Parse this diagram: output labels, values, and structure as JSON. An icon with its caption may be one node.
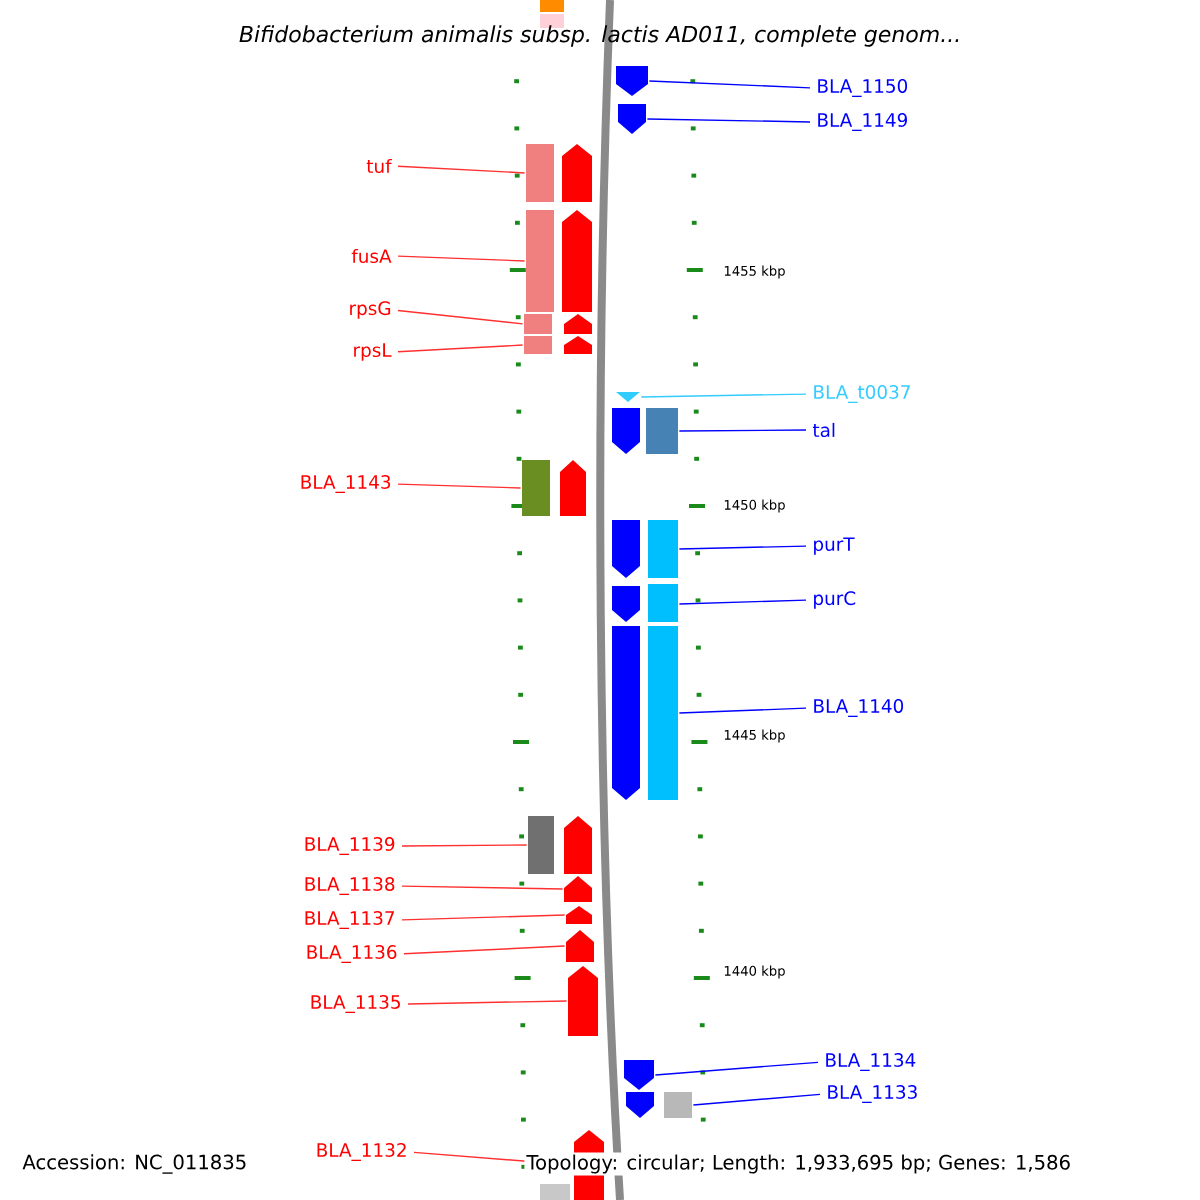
{
  "diagram": {
    "title": "Bifidobacterium animalis subsp. lactis AD011, complete genom...",
    "nodes": [
      {
        "text": [
          "BLA_1150"
        ]
      },
      {
        "text": [],
        "shape": "pentagon"
      },
      {
        "text": [
          "BLA_1149"
        ]
      },
      {
        "text": [],
        "shape": "pentagon"
      },
      {
        "text": [
          "tuf"
        ]
      },
      {
        "text": [],
        "shape": "pentagon"
      },
      {
        "text": [
          "fusA"
        ]
      },
      {
        "text": [],
        "shape": "pentagon"
      },
      {
        "text": [
          "rpsG"
        ]
      },
      {
        "text": [],
        "shape": "pentagon"
      },
      {
        "text": [
          "rpsL"
        ]
      },
      {
        "text": [],
        "shape": "pentagon"
      },
      {
        "text": [
          "BLA_t0037"
        ]
      },
      {
        "text": [],
        "shape": "pentagon"
      },
      {
        "text": [
          "tal"
        ]
      },
      {
        "text": [],
        "shape": "pentagon"
      },
      {
        "text": [
          "BLA_1143"
        ]
      },
      {
        "text": [],
        "shape": "pentagon"
      },
      {
        "text": [
          "purT"
        ]
      },
      {
        "text": [],
        "shape": "pentagon"
      },
      {
        "text": [
          "purC"
        ]
      },
      {
        "text": [],
        "shape": "pentagon"
      },
      {
        "text": [
          "BLA_1140"
        ]
      },
      {
        "text": [],
        "shape": "pentagon"
      },
      {
        "text": [
          "BLA_1139"
        ]
      },
      {
        "text": [],
        "shape": "pentagon"
      },
      {
        "text": [
          "BLA_1138"
        ]
      },
      {
        "text": [],
        "shape": "pentagon"
      },
      {
        "text": [
          "BLA_1137"
        ]
      },
      {
        "text": [],
        "shape": "pentagon"
      },
      {
        "text": [
          "BLA_1136"
        ]
      },
      {
        "text": [],
        "shape": "pentagon"
      },
      {
        "text": [
          "BLA_1135"
        ]
      },
      {
        "text": [],
        "shape": "pentagon"
      },
      {
        "text": [
          "BLA_1134"
        ]
      },
      {
        "text": [],
        "shape": "pentagon"
      },
      {
        "text": [
          "BLA_1133"
        ]
      },
      {
        "text": [],
        "shape": "pentagon"
      },
      {
        "text": [
          "BLA_1132"
        ]
      },
      {
        "text": [],
        "shape": "pentagon"
      }
    ],
    "edges": [
      {
        "from": 0,
        "to": 1,
        "arrow": "none",
        "color": "#0000ff"
      },
      {
        "from": 2,
        "to": 3,
        "arrow": "none",
        "color": "#0000ff"
      },
      {
        "from": 4,
        "to": 5,
        "arrow": "none"
      },
      {
        "from": 6,
        "to": 7,
        "arrow": "none"
      },
      {
        "from": 8,
        "to": 9,
        "arrow": "none"
      },
      {
        "from": 10,
        "to": 11,
        "arrow": "none"
      },
      {
        "from": 12,
        "to": 13,
        "arrow": "none",
        "color": "#33ccff"
      },
      {
        "from": 14,
        "to": 15,
        "arrow": "none",
        "color": "#0000ff"
      },
      {
        "from": 16,
        "to": 17,
        "arrow": "none"
      },
      {
        "from": 18,
        "to": 19,
        "arrow": "none",
        "color": "#0000ff"
      },
      {
        "from": 20,
        "to": 21,
        "arrow": "none",
        "color": "#0000ff"
      },
      {
        "from": 22,
        "to": 23,
        "arrow": "none",
        "color": "#0000ff"
      },
      {
        "from": 24,
        "to": 25,
        "arrow": "none"
      },
      {
        "from": 26,
        "to": 27,
        "arrow": "none"
      },
      {
        "from": 28,
        "to": 29,
        "arrow": "none"
      },
      {
        "from": 30,
        "to": 31,
        "arrow": "none"
      },
      {
        "from": 32,
        "to": 33,
        "arrow": "none"
      },
      {
        "from": 34,
        "to": 35,
        "arrow": "none",
        "color": "#0000ff"
      },
      {
        "from": 36,
        "to": 37,
        "arrow": "none",
        "color": "#0000ff"
      },
      {
        "from": 38,
        "to": 39,
        "arrow": "none"
      }
    ],
    "labels": [
      "1455 kbp",
      "1450 kbp",
      "1445 kbp",
      "1440 kbp",
      "Accession: NC_011835",
      "Topology: circular; Length: 1,933,695 bp; Genes: 1,586"
    ]
  }
}
